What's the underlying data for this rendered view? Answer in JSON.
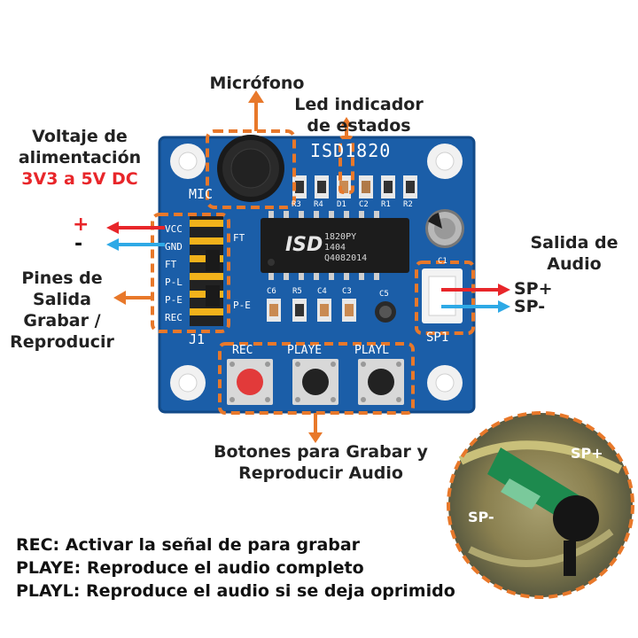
{
  "labels": {
    "microfono": "Micrófono",
    "led_line1": "Led indicador",
    "led_line2": "de estados",
    "voltaje_line1": "Voltaje de",
    "voltaje_line2": "alimentación",
    "voltaje_range": "3V3 a 5V DC",
    "plus_sign": "+",
    "minus_sign": "-",
    "pines_line1": "Pines de",
    "pines_line2": "Salida",
    "pines_line3": "Grabar /",
    "pines_line4": "Reproducir",
    "salida_line1": "Salida de",
    "salida_line2": "Audio",
    "sp_plus": "SP+",
    "sp_minus": "SP-",
    "botones_line1": "Botones para Grabar y",
    "botones_line2": "Reproducir Audio",
    "photo_sp_plus": "SP+",
    "photo_sp_minus": "SP-"
  },
  "board": {
    "title": "ISD1820",
    "mic_label": "MIC",
    "ft_label": "FT",
    "pe_label": "P-E",
    "j1_label": "J1",
    "sp1_label": "SP1",
    "c1_label": "C1",
    "pins": [
      "VCC",
      "GND",
      "FT",
      "P-L",
      "P-E",
      "REC"
    ],
    "top_components": [
      "R3",
      "R4",
      "D1",
      "C2",
      "R1",
      "R2"
    ],
    "bottom_components": [
      "C6",
      "R5",
      "C4",
      "C3",
      "C5"
    ],
    "buttons": [
      "REC",
      "PLAYE",
      "PLAYL"
    ],
    "chip_logo": "ISD",
    "chip_text": [
      "1820PY",
      "1404",
      "Q4082014"
    ]
  },
  "legend": [
    "REC: Activar la señal de para grabar",
    "PLAYE: Reproduce el audio completo",
    "PLAYL: Reproduce el audio si se deja oprimido"
  ],
  "colors": {
    "pcb": "#1b5ea8",
    "highlight": "#e8782a",
    "arrow_red": "#e8262a",
    "arrow_blue": "#2ea9e6",
    "voltage_text": "#e8262a"
  }
}
